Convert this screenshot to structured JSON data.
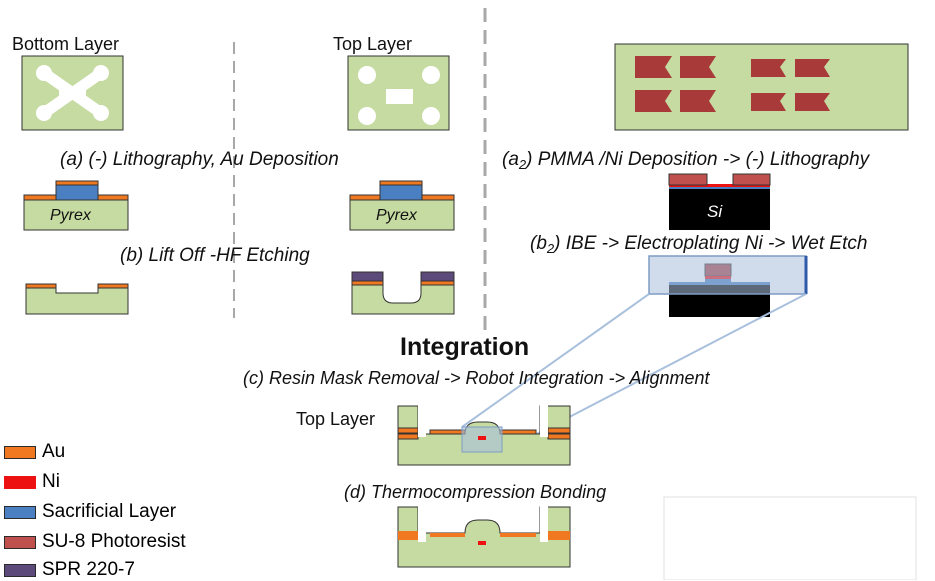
{
  "labels": {
    "bottom_layer": "Bottom Layer",
    "top_layer": "Top Layer",
    "step_a": "(a) (-) Lithography, Au Deposition",
    "step_b": "(b) Lift Off -HF Etching",
    "step_a2_prefix": "(a",
    "step_a2_sub": "2",
    "step_a2_rest": ") PMMA /Ni Deposition -> (-) Lithography",
    "step_b2_prefix": "(b",
    "step_b2_sub": "2",
    "step_b2_rest": ") IBE -> Electroplating Ni -> Wet Etch",
    "integration": "Integration",
    "step_c": "(c) Resin Mask Removal -> Robot Integration -> Alignment",
    "top_layer_c": "Top Layer",
    "step_d": "(d) Thermocompression Bonding",
    "pyrex": "Pyrex",
    "si": "Si"
  },
  "legend": [
    {
      "label": "Au",
      "color": "#f07820"
    },
    {
      "label": "Ni",
      "color": "#ee1111"
    },
    {
      "label": "Sacrificial Layer",
      "color": "#4a7fc1"
    },
    {
      "label": "SU-8 Photoresist",
      "color": "#c0504d"
    },
    {
      "label": "SPR 220-7",
      "color": "#5b4a7a"
    }
  ],
  "colors": {
    "substrate": "#c6dba1",
    "au": "#f07820",
    "ni": "#ee1111",
    "sacrificial": "#4a7fc1",
    "su8": "#a83a3a",
    "spr": "#5b4a7a",
    "si": "#000000",
    "divider": "#a8a8a8",
    "zoom": "#a9c0dd"
  }
}
